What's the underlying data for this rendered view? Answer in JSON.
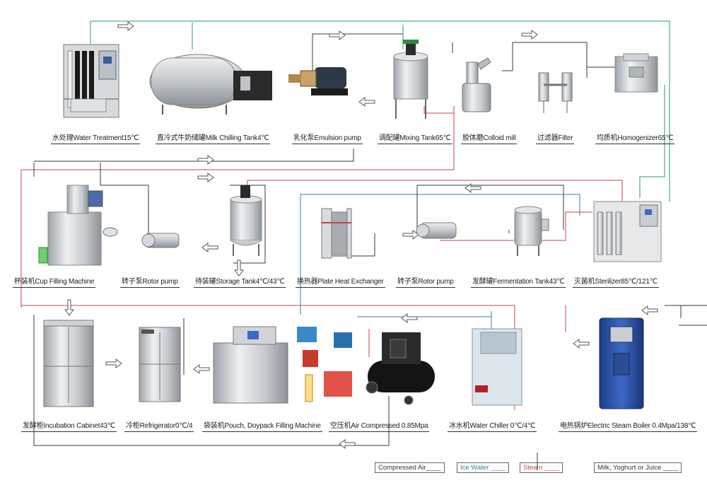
{
  "colors": {
    "compressed_air": "#3a3a3a",
    "ice_water": "#3a7fa0",
    "steam": "#c0484a",
    "product": "#2a9a6a",
    "steel": "#c9ccd0",
    "steel_dark": "#8f959b"
  },
  "labels": {
    "water_treatment": "水处理Water Treatment15℃",
    "milk_chilling_tank": "直冷式牛奶储罐Milk Chilling Tank4℃",
    "emulsion_pump": "乳化泵Emulsion pump",
    "mixing_tank": "调配罐Mixing Tank65℃",
    "colloid_mill": "胶体磨Colloid mill",
    "filter": "过滤器Filter",
    "homogenizer": "均质机Homogenizer65℃",
    "cup_filling_machine": "杯装机Cup Filling Machine",
    "rotor_pump_1": "转子泵Rotor pump",
    "storage_tank": "待装罐Storage Tank4℃/43℃",
    "plate_heat_exchanger": "换热器Plate Heat Exchanger",
    "rotor_pump_2": "转子泵Rotor pump",
    "fermentation_tank": "发酵罐Fermentation Tank43℃",
    "sterilizer": "灭菌机Sterilizer85℃/121℃",
    "incubation_cabinet": "发酵柜Incubation Cabinet43℃",
    "refrigerator": "冷柜Refrigerator0℃/4",
    "pouch_filling": "袋装机Pouch, Doypack Filling Machine",
    "air_compressed": "空压机Air Compressed 0.85Mpa",
    "water_chiller": "冰水机Water Chiller 0℃/4℃",
    "steam_boiler": "电热锅炉Electric Steam Boiler 0.4Mpa/138℃"
  },
  "legend": {
    "compressed_air": "Compressed Air____",
    "ice_water": "Ice Water ____",
    "steam": "Steam ____",
    "product": "Milk, Yoghurt or Juice ____"
  },
  "icons": [
    "water-treatment-icon",
    "chilling-tank-icon",
    "emulsion-pump-icon",
    "mixing-tank-icon",
    "colloid-mill-icon",
    "filter-icon",
    "homogenizer-icon",
    "cup-filling-machine-icon",
    "rotor-pump-icon",
    "storage-tank-icon",
    "plate-heat-exchanger-icon",
    "fermentation-tank-icon",
    "sterilizer-icon",
    "incubation-cabinet-icon",
    "refrigerator-icon",
    "pouch-filling-machine-icon",
    "air-compressor-icon",
    "water-chiller-icon",
    "steam-boiler-icon"
  ]
}
